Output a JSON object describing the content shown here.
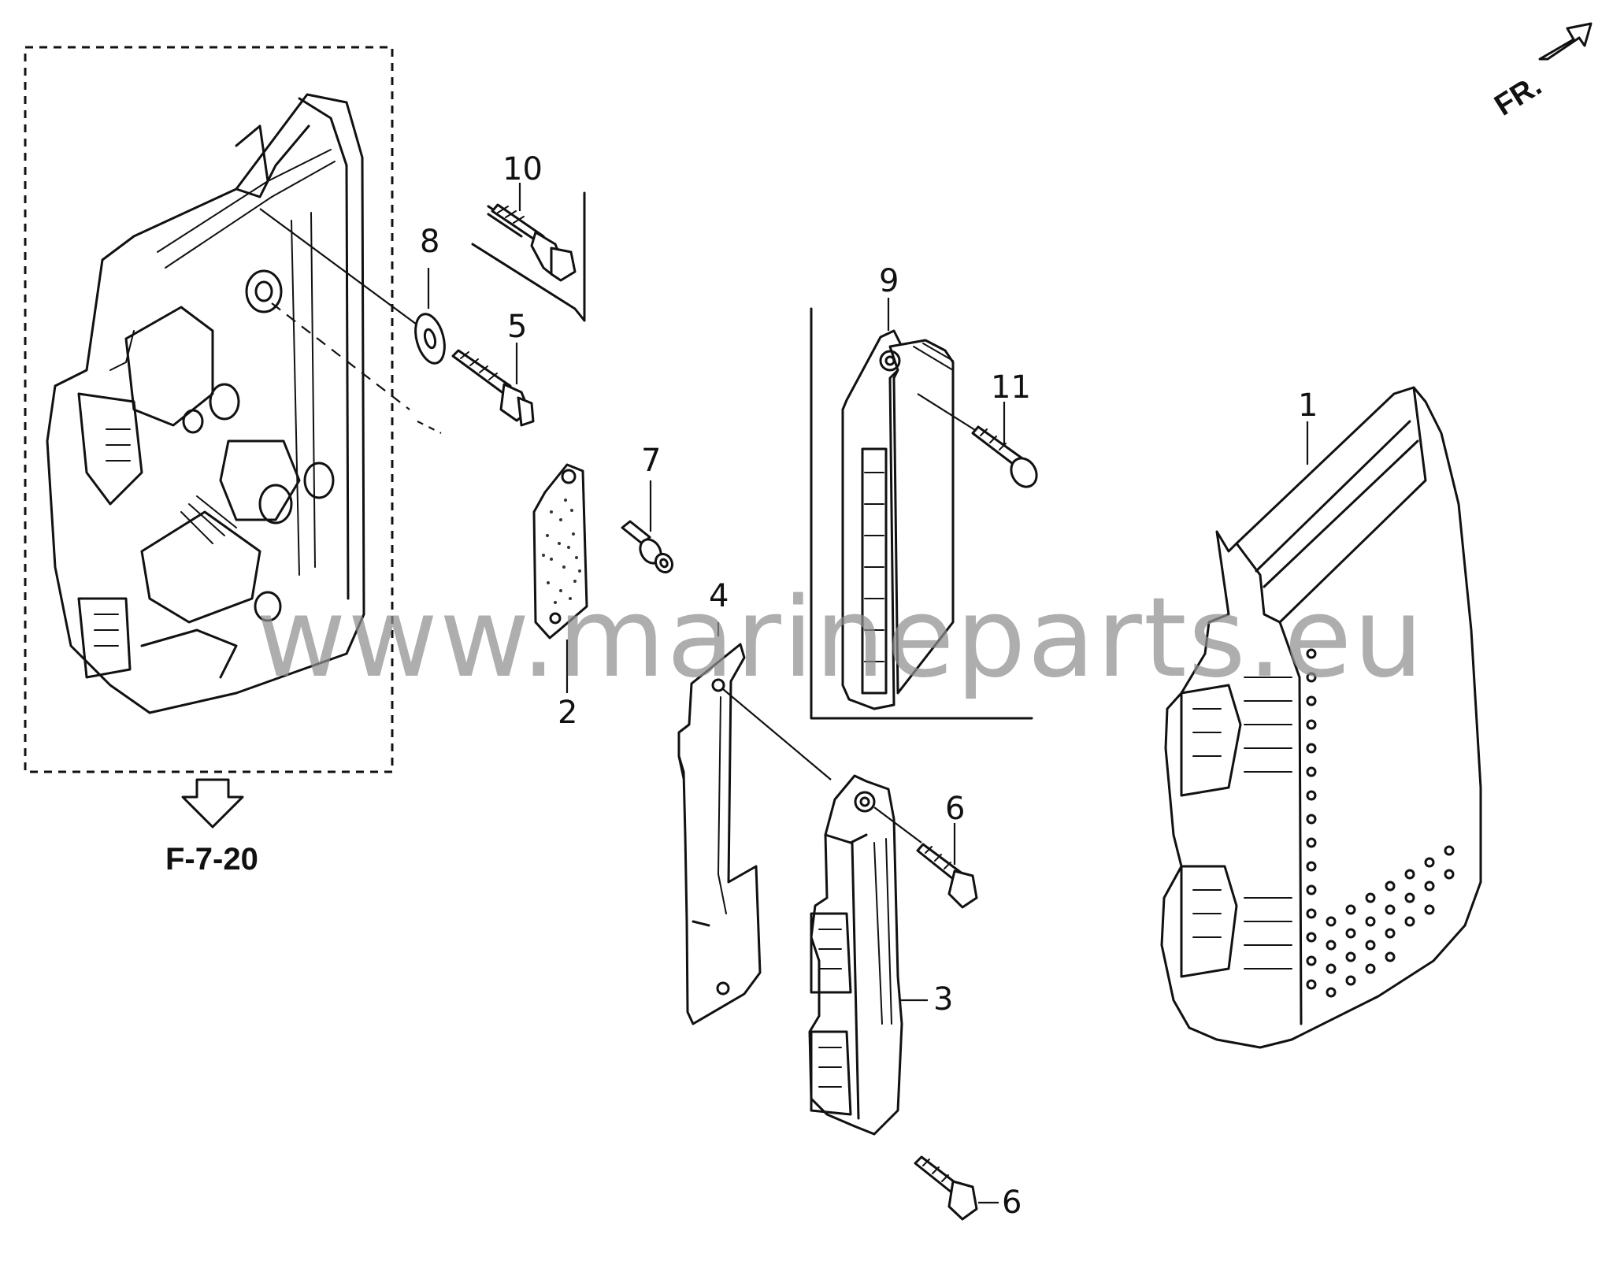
{
  "callouts": {
    "c1": "1",
    "c2": "2",
    "c3": "3",
    "c4": "4",
    "c5": "5",
    "c6a": "6",
    "c6b": "6",
    "c7": "7",
    "c8": "8",
    "c9": "9",
    "c10": "10",
    "c11": "11"
  },
  "reference": {
    "label": "F-7-20"
  },
  "direction": {
    "label": "FR."
  },
  "watermark": {
    "text": "www.marineparts.eu"
  }
}
